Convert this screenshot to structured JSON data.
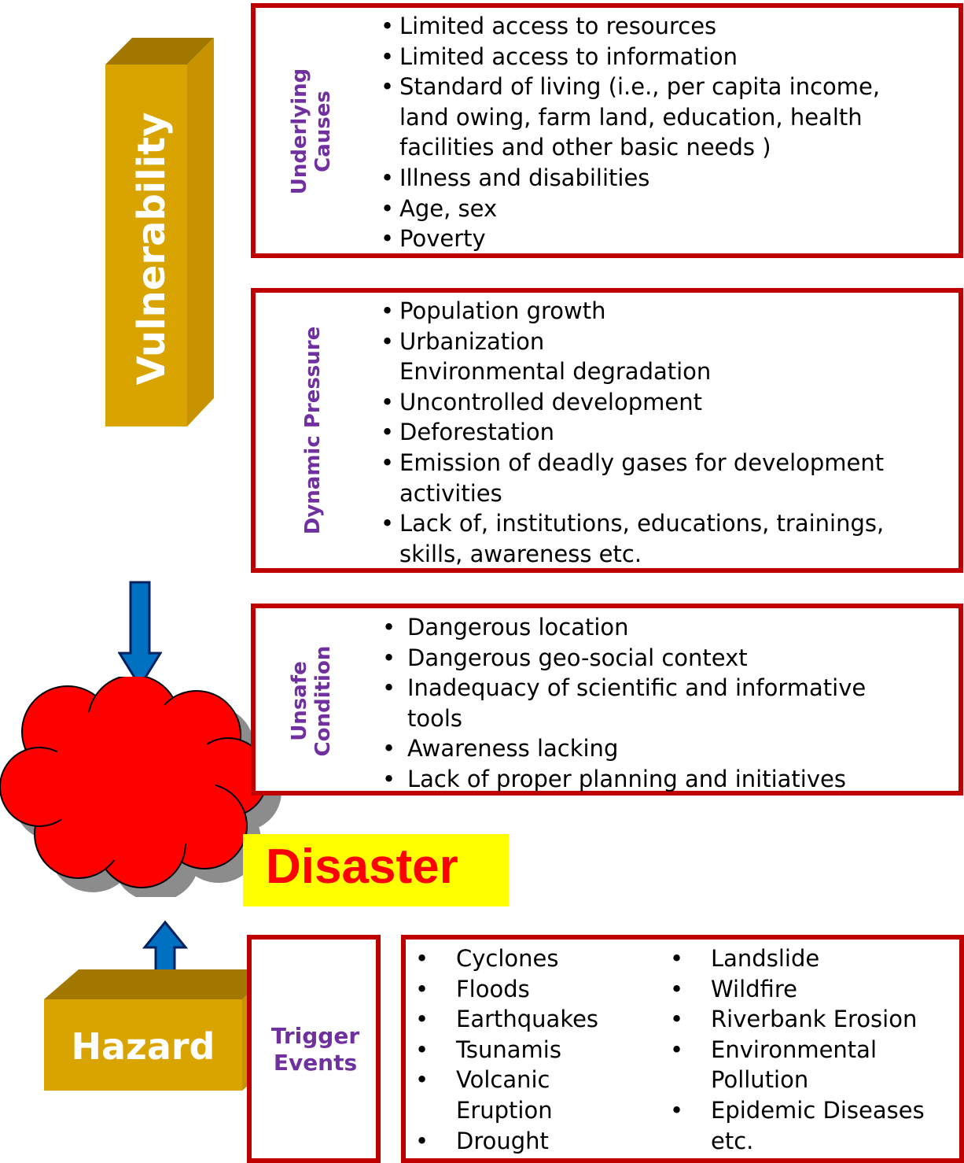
{
  "vulnerability_label": "Vulnerability",
  "hazard_label": "Hazard",
  "disaster_label": "Disaster",
  "colors": {
    "frame": "#c00000",
    "category_text": "#7030a0",
    "block": "#d9a300",
    "cloud": "#ff0000",
    "arrow": "#0070c0",
    "highlight": "#ffff00"
  },
  "underlying": {
    "label": "Underlying\nCauses",
    "items": [
      {
        "text": "Limited access to resources",
        "bullet": true
      },
      {
        "text": "Limited access to information",
        "bullet": true
      },
      {
        "text": "Standard of living (i.e., per capita income,",
        "bullet": true
      },
      {
        "text": "land owing, farm land, education, health",
        "bullet": false
      },
      {
        "text": " facilities and other basic needs )",
        "bullet": false
      },
      {
        "text": "Illness and disabilities",
        "bullet": true
      },
      {
        "text": "Age, sex",
        "bullet": true
      },
      {
        "text": "Poverty",
        "bullet": true
      }
    ]
  },
  "dynamic": {
    "label": "Dynamic Pressure",
    "items": [
      {
        "text": "Population growth",
        "bullet": true
      },
      {
        "text": "Urbanization",
        "bullet": true
      },
      {
        "text": "Environmental  degradation",
        "bullet": false
      },
      {
        "text": "Uncontrolled development",
        "bullet": true
      },
      {
        "text": "Deforestation",
        "bullet": true
      },
      {
        "text": "Emission of deadly gases for development",
        "bullet": true
      },
      {
        "text": "activities",
        "bullet": false
      },
      {
        "text": "Lack of, institutions, educations, trainings,",
        "bullet": true
      },
      {
        "text": "skills, awareness etc.",
        "bullet": false
      }
    ]
  },
  "unsafe": {
    "label": "Unsafe\nCondition",
    "items": [
      {
        "text": "Dangerous location",
        "bullet": true
      },
      {
        "text": "Dangerous geo-social context",
        "bullet": true
      },
      {
        "text": "Inadequacy of scientific and informative",
        "bullet": true
      },
      {
        "text": "tools",
        "bullet": false
      },
      {
        "text": "Awareness lacking",
        "bullet": true
      },
      {
        "text": "Lack of proper planning and initiatives",
        "bullet": true
      }
    ]
  },
  "trigger": {
    "label": "Trigger\nEvents",
    "col1": [
      {
        "text": "Cyclones",
        "bullet": true
      },
      {
        "text": "Floods",
        "bullet": true
      },
      {
        "text": "Earthquakes",
        "bullet": true
      },
      {
        "text": "Tsunamis",
        "bullet": true
      },
      {
        "text": "Volcanic",
        "bullet": true
      },
      {
        "text": "Eruption",
        "bullet": false
      },
      {
        "text": "Drought",
        "bullet": true
      }
    ],
    "col2": [
      {
        "text": "Landslide",
        "bullet": true
      },
      {
        "text": "Wildfire",
        "bullet": true
      },
      {
        "text": "Riverbank Erosion",
        "bullet": true
      },
      {
        "text": "Environmental",
        "bullet": true
      },
      {
        "text": "Pollution",
        "bullet": false
      },
      {
        "text": "Epidemic Diseases",
        "bullet": true
      },
      {
        "text": "etc.",
        "bullet": false
      }
    ]
  }
}
